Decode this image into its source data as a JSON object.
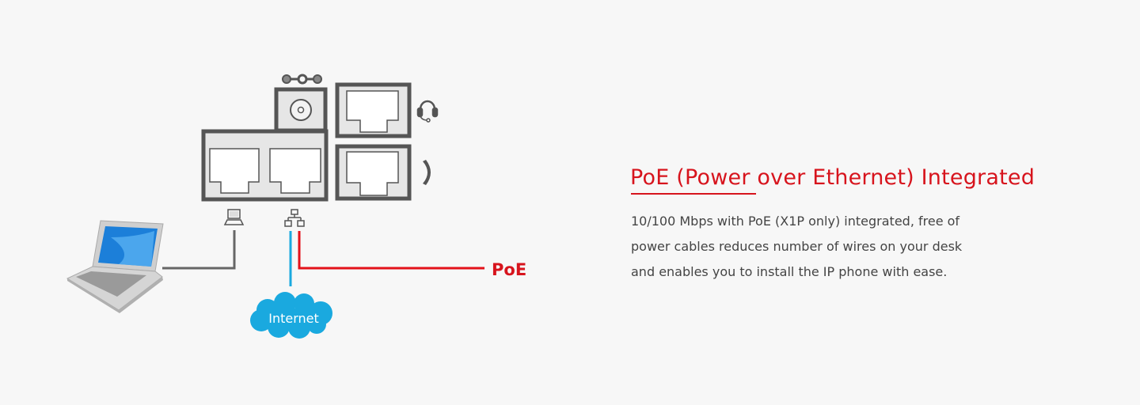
{
  "feature": {
    "title": "PoE (Power over Ethernet) Integrated",
    "description_lines": [
      "10/100 Mbps with PoE (X1P only) integrated, free of",
      "power cables reduces number of wires on your desk",
      "and enables you to install the IP phone with ease."
    ]
  },
  "diagram": {
    "poe_label": "PoE",
    "internet_label": "Internet",
    "colors": {
      "accent": "#d7141d",
      "internet": "#1aa9df",
      "device_stroke": "#555555",
      "device_fill": "#e6e6e6"
    },
    "icons": [
      "power-adapter-icon",
      "dc-jack-icon",
      "headset-icon",
      "handset-icon",
      "pc-port-icon",
      "network-port-icon",
      "laptop-icon",
      "cloud-icon"
    ]
  }
}
